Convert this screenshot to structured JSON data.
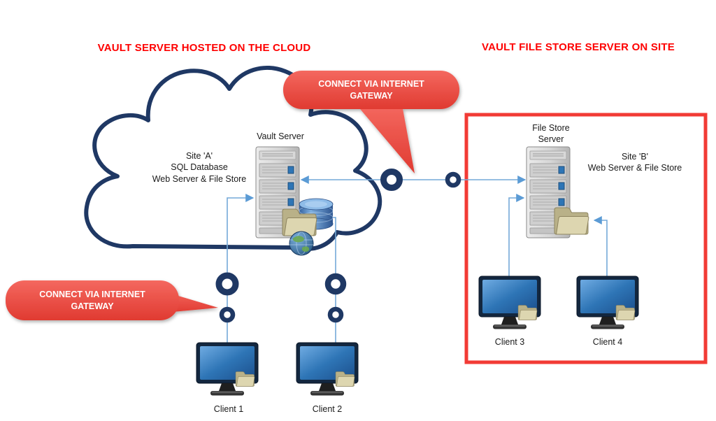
{
  "titles": {
    "cloud": "VAULT SERVER HOSTED ON THE CLOUD",
    "onsite": "VAULT FILE STORE SERVER ON SITE"
  },
  "callouts": {
    "top": "CONNECT VIA INTERNET\nGATEWAY",
    "left": "CONNECT VIA INTERNET\nGATEWAY"
  },
  "cloud_section": {
    "server_label": "Vault Server",
    "site_label": "Site 'A'\nSQL Database\nWeb Server & File Store"
  },
  "onsite_section": {
    "server_label": "File Store\nServer",
    "site_label": "Site 'B'\nWeb Server & File Store"
  },
  "clients": [
    {
      "label": "Client 1"
    },
    {
      "label": "Client 2"
    },
    {
      "label": "Client 3"
    },
    {
      "label": "Client 4"
    }
  ],
  "colors": {
    "title_red": "#FE0000",
    "callout_red": "#EA4C43",
    "box_border_red": "#F23B35",
    "cloud_navy": "#1F3864",
    "connector_blue": "#74A9D8"
  }
}
